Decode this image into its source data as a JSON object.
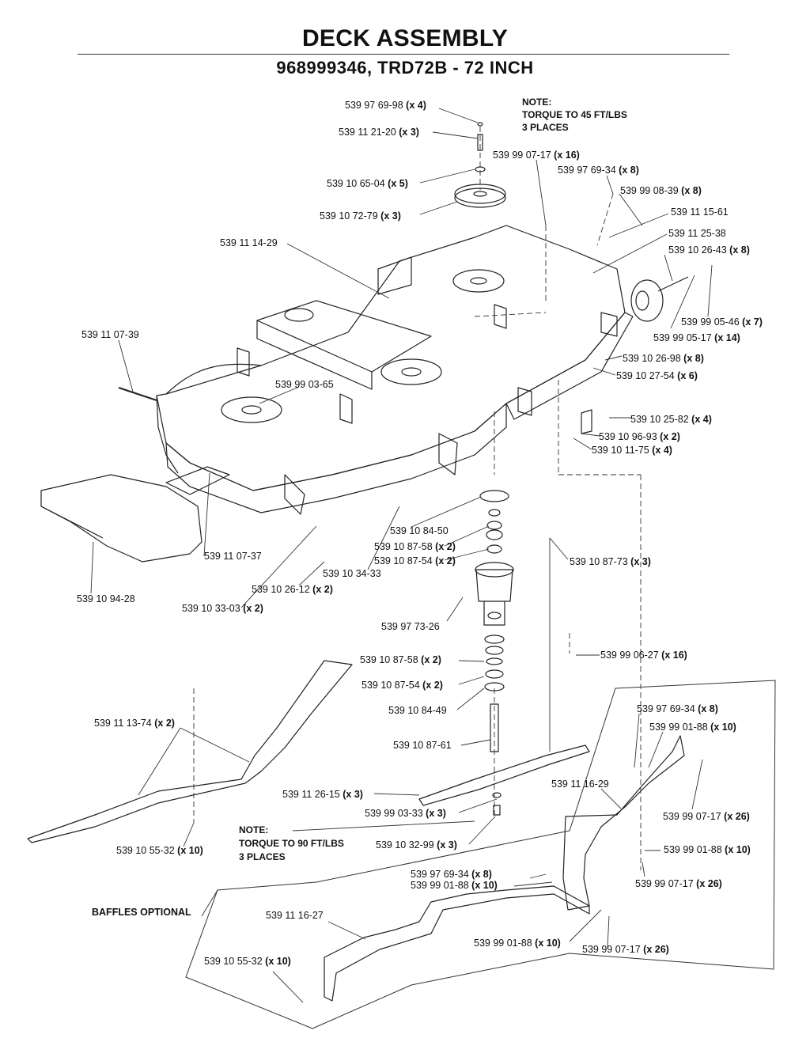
{
  "title": "DECK ASSEMBLY",
  "subtitle": "968999346, TRD72B - 72 INCH",
  "notes": {
    "top": [
      "NOTE:",
      "TORQUE TO 45 FT/LBS",
      "3 PLACES"
    ],
    "bottom": [
      "NOTE:",
      "TORQUE TO 90 FT/LBS",
      "3 PLACES"
    ],
    "baffles": "BAFFLES OPTIONAL"
  },
  "parts": [
    {
      "id": "p01",
      "num": "539 97 69-98",
      "qty": "(x 4)"
    },
    {
      "id": "p02",
      "num": "539 11 21-20",
      "qty": "(x 3)"
    },
    {
      "id": "p03",
      "num": "539 99 07-17",
      "qty": "(x 16)"
    },
    {
      "id": "p04",
      "num": "539 97 69-34",
      "qty": "(x 8)"
    },
    {
      "id": "p05",
      "num": "539 10 65-04",
      "qty": "(x 5)"
    },
    {
      "id": "p06",
      "num": "539 99 08-39",
      "qty": "(x 8)"
    },
    {
      "id": "p07",
      "num": "539 10 72-79",
      "qty": "(x 3)"
    },
    {
      "id": "p08",
      "num": "539 11 15-61",
      "qty": ""
    },
    {
      "id": "p09",
      "num": "539 11 14-29",
      "qty": ""
    },
    {
      "id": "p10",
      "num": "539 11 25-38",
      "qty": ""
    },
    {
      "id": "p11",
      "num": "539 10 26-43",
      "qty": "(x 8)"
    },
    {
      "id": "p12",
      "num": "539 99 05-46",
      "qty": "(x 7)"
    },
    {
      "id": "p13",
      "num": "539 11 07-39",
      "qty": ""
    },
    {
      "id": "p14",
      "num": "539 99 05-17",
      "qty": "(x 14)"
    },
    {
      "id": "p15",
      "num": "539 10 26-98",
      "qty": "(x 8)"
    },
    {
      "id": "p16",
      "num": "539 10 27-54",
      "qty": "(x 6)"
    },
    {
      "id": "p17",
      "num": "539 99 03-65",
      "qty": ""
    },
    {
      "id": "p18",
      "num": "539 10 25-82",
      "qty": "(x 4)"
    },
    {
      "id": "p19",
      "num": "539 10 96-93",
      "qty": "(x 2)"
    },
    {
      "id": "p20",
      "num": "539 10 11-75",
      "qty": "(x 4)"
    },
    {
      "id": "p21",
      "num": "539 10 84-50",
      "qty": ""
    },
    {
      "id": "p22",
      "num": "539 10 87-58",
      "qty": "(x 2)"
    },
    {
      "id": "p23",
      "num": "539 11 07-37",
      "qty": ""
    },
    {
      "id": "p24",
      "num": "539 10 87-54",
      "qty": "(x 2)"
    },
    {
      "id": "p25",
      "num": "539 10 87-73",
      "qty": "(x 3)"
    },
    {
      "id": "p26",
      "num": "539 10 34-33",
      "qty": ""
    },
    {
      "id": "p27",
      "num": "539 10 26-12",
      "qty": "(x 2)"
    },
    {
      "id": "p28",
      "num": "539 10 94-28",
      "qty": ""
    },
    {
      "id": "p29",
      "num": "539 10 33-03",
      "qty": "(x 2)"
    },
    {
      "id": "p30",
      "num": "539 97 73-26",
      "qty": ""
    },
    {
      "id": "p31",
      "num": "539 99 06-27",
      "qty": "(x 16)"
    },
    {
      "id": "p32",
      "num": "539 10 87-58",
      "qty": "(x 2)"
    },
    {
      "id": "p33",
      "num": "539 10 87-54",
      "qty": "(x 2)"
    },
    {
      "id": "p34",
      "num": "539 10 84-49",
      "qty": ""
    },
    {
      "id": "p35",
      "num": "539 97 69-34",
      "qty": "(x 8)"
    },
    {
      "id": "p36",
      "num": "539 11 13-74",
      "qty": "(x 2)"
    },
    {
      "id": "p37",
      "num": "539 99 01-88",
      "qty": "(x 10)"
    },
    {
      "id": "p38",
      "num": "539 10 87-61",
      "qty": ""
    },
    {
      "id": "p39",
      "num": "539 11 16-29",
      "qty": ""
    },
    {
      "id": "p40",
      "num": "539 11 26-15",
      "qty": "(x 3)"
    },
    {
      "id": "p41",
      "num": "539 99 07-17",
      "qty": "(x 26)"
    },
    {
      "id": "p42",
      "num": "539 99 03-33",
      "qty": "(x 3)"
    },
    {
      "id": "p43",
      "num": "539 10 55-32",
      "qty": "(x 10)"
    },
    {
      "id": "p44",
      "num": "539 10 32-99",
      "qty": "(x 3)"
    },
    {
      "id": "p45",
      "num": "539 99 01-88",
      "qty": "(x 10)"
    },
    {
      "id": "p46",
      "num": "539 97 69-34",
      "qty": "(x 8)"
    },
    {
      "id": "p47",
      "num": "539 99 01-88",
      "qty": "(x 10)"
    },
    {
      "id": "p48",
      "num": "539 99 07-17",
      "qty": "(x 26)"
    },
    {
      "id": "p49",
      "num": "539 11 16-27",
      "qty": ""
    },
    {
      "id": "p50",
      "num": "539 99 01-88",
      "qty": "(x 10)"
    },
    {
      "id": "p51",
      "num": "539 99 07-17",
      "qty": "(x 26)"
    },
    {
      "id": "p52",
      "num": "539 10 55-32",
      "qty": "(x 10)"
    }
  ]
}
